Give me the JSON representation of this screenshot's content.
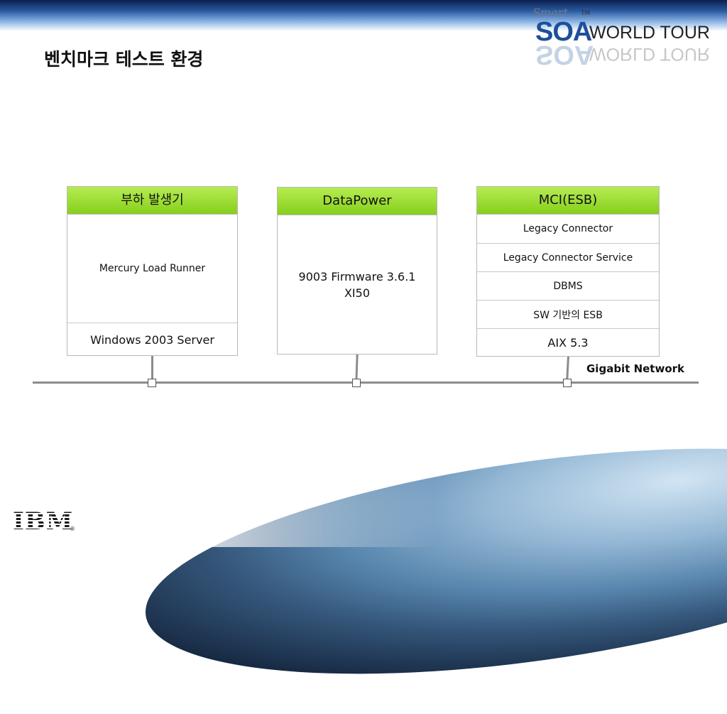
{
  "slide": {
    "title": "벤치마크 테스트 환경"
  },
  "logo": {
    "smart": "Smart",
    "soa": "SOA",
    "world_tour": "WORLD TOUR",
    "tm": "TM"
  },
  "boxes": {
    "load_generator": {
      "header": "부하 발생기",
      "software": "Mercury Load Runner",
      "os": "Windows 2003 Server"
    },
    "datapower": {
      "header": "DataPower",
      "line1": "9003 Firmware 3.6.1",
      "line2": "XI50"
    },
    "mci": {
      "header": "MCI(ESB)",
      "layers": [
        "Legacy Connector",
        "Legacy Connector Service",
        "DBMS",
        "SW 기반의 ESB"
      ],
      "os": "AIX 5.3"
    }
  },
  "network": {
    "label": "Gigabit Network"
  },
  "footer": {
    "brand": "IBM",
    "registered": "®"
  },
  "colors": {
    "header_green": "#8fd423",
    "network_line": "#8c8c8c",
    "top_band": "#1d4f9a"
  }
}
